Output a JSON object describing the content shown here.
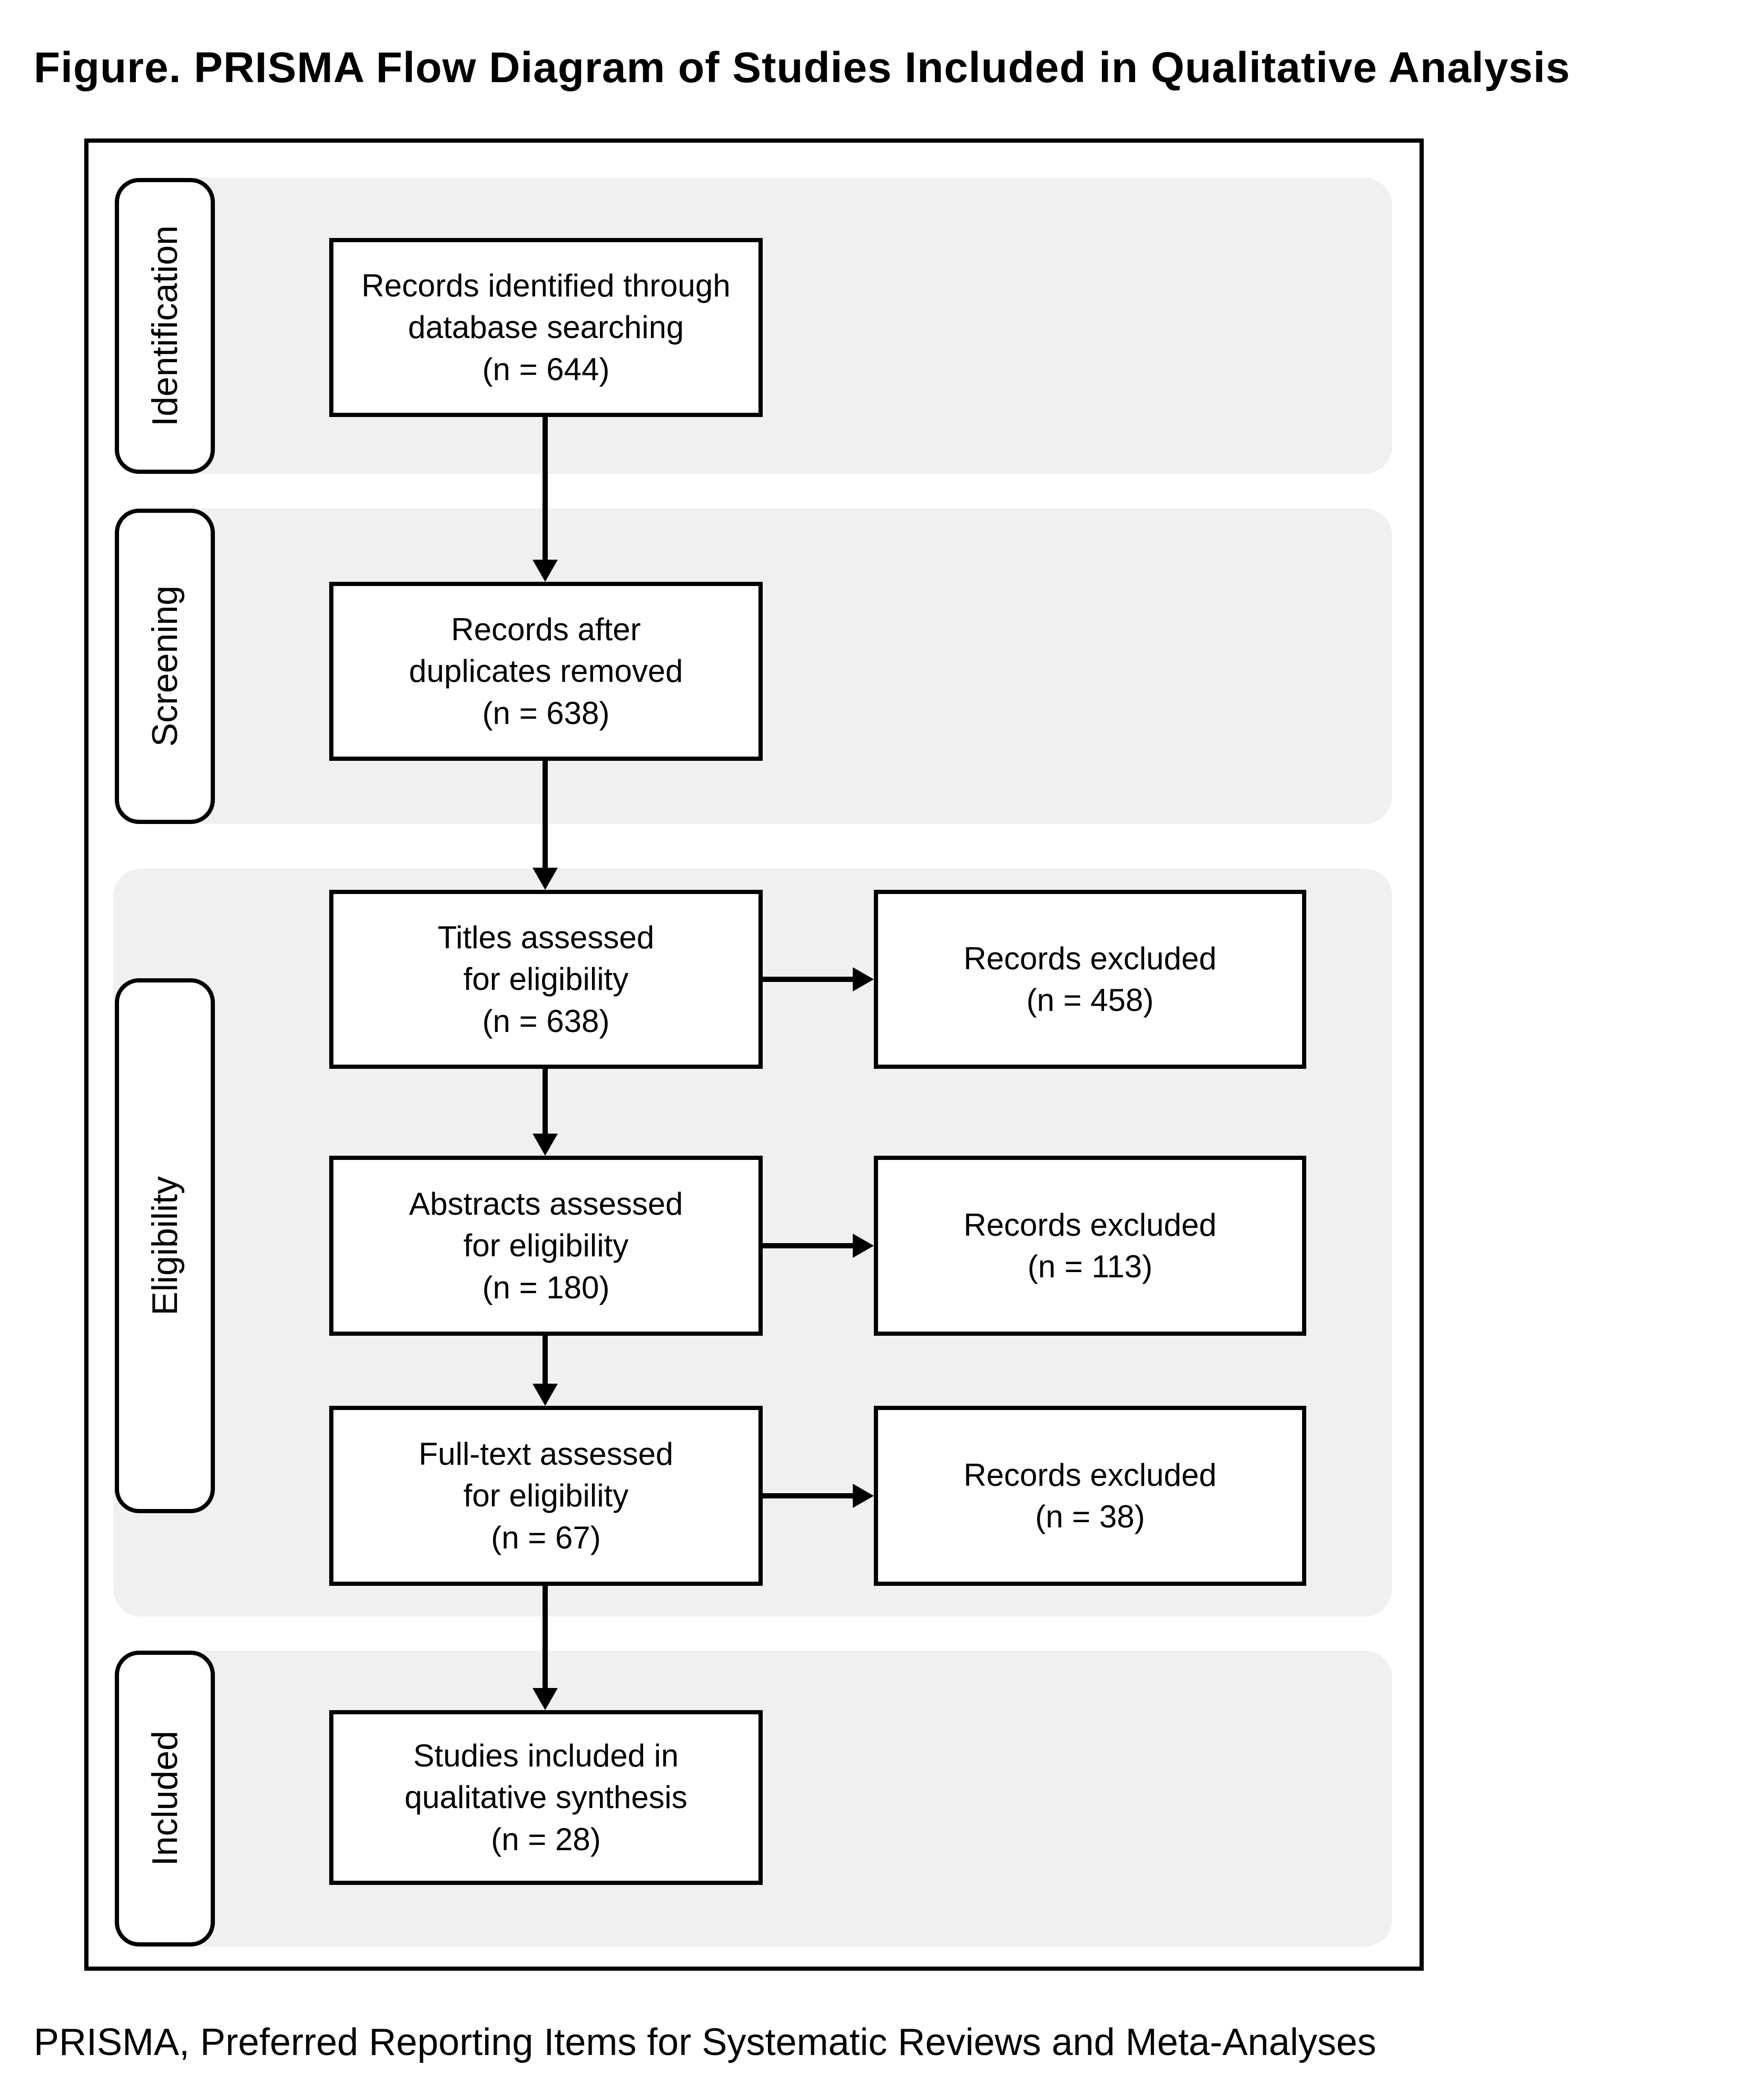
{
  "figure": {
    "title": "Figure. PRISMA Flow Diagram of Studies Included in Qualitative Analysis",
    "footnote": "PRISMA, Preferred Reporting Items for Systematic Reviews and Meta-Analyses"
  },
  "stages": [
    {
      "id": "identification",
      "label": "Identification"
    },
    {
      "id": "screening",
      "label": "Screening"
    },
    {
      "id": "eligibility",
      "label": "Eligibility"
    },
    {
      "id": "included",
      "label": "Included"
    }
  ],
  "main_flow": [
    {
      "text": "Records identified through\ndatabase searching\n(n = 644)",
      "n": 644
    },
    {
      "text": "Records after\nduplicates removed\n(n = 638)",
      "n": 638
    },
    {
      "text": "Titles assessed\nfor eligibility\n(n = 638)",
      "n": 638
    },
    {
      "text": "Abstracts assessed\nfor eligibility\n(n = 180)",
      "n": 180
    },
    {
      "text": "Full-text assessed\nfor eligibility\n(n = 67)",
      "n": 67
    },
    {
      "text": "Studies included in\nqualitative synthesis\n(n = 28)",
      "n": 28
    }
  ],
  "excluded_flow": [
    {
      "text": "Records excluded\n(n = 458)",
      "n": 458
    },
    {
      "text": "Records excluded\n(n = 113)",
      "n": 113
    },
    {
      "text": "Records excluded\n(n = 38)",
      "n": 38
    }
  ],
  "colors": {
    "stage_band": "#f0f0f0",
    "box_fill": "#ffffff",
    "line": "#000000",
    "background": "#ffffff"
  }
}
